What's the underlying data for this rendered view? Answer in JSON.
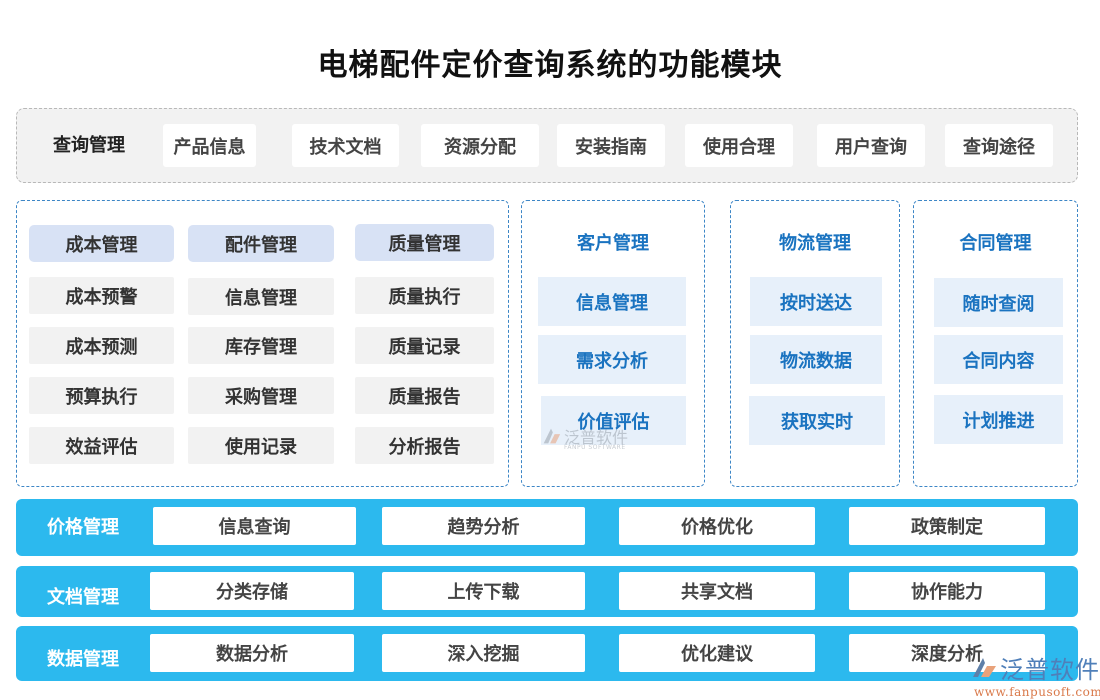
{
  "title": "电梯配件定价查询系统的功能模块",
  "query_band": {
    "label": "查询管理",
    "items": [
      "产品信息",
      "技术文档",
      "资源分配",
      "安装指南",
      "使用合理",
      "用户查询",
      "查询途径"
    ]
  },
  "left_panel": {
    "columns": [
      {
        "header": "成本管理",
        "items": [
          "成本预警",
          "成本预测",
          "预算执行",
          "效益评估"
        ]
      },
      {
        "header": "配件管理",
        "items": [
          "信息管理",
          "库存管理",
          "采购管理",
          "使用记录"
        ]
      },
      {
        "header": "质量管理",
        "items": [
          "质量执行",
          "质量记录",
          "质量报告",
          "分析报告"
        ]
      }
    ]
  },
  "side_panels": [
    {
      "title": "客户管理",
      "items": [
        "信息管理",
        "需求分析",
        "价值评估"
      ]
    },
    {
      "title": "物流管理",
      "items": [
        "按时送达",
        "物流数据",
        "获取实时"
      ]
    },
    {
      "title": "合同管理",
      "items": [
        "随时查阅",
        "合同内容",
        "计划推进"
      ]
    }
  ],
  "bars": [
    {
      "label": "价格管理",
      "items": [
        "信息查询",
        "趋势分析",
        "价格优化",
        "政策制定"
      ]
    },
    {
      "label": "文档管理",
      "items": [
        "分类存储",
        "上传下载",
        "共享文档",
        "协作能力"
      ]
    },
    {
      "label": "数据管理",
      "items": [
        "数据分析",
        "深入挖掘",
        "优化建议",
        "深度分析"
      ]
    }
  ],
  "watermark": {
    "brand": "泛普软件",
    "brand_en": "FANPU SOFTWARE",
    "url": "www.fanpusoft.com"
  },
  "colors": {
    "accent_blue": "#2cb9ee",
    "title_blue": "#1a73c0",
    "header_cell": "#d8e2f5",
    "light_cell": "#e7f0fa",
    "gray_cell": "#f2f2f2"
  }
}
